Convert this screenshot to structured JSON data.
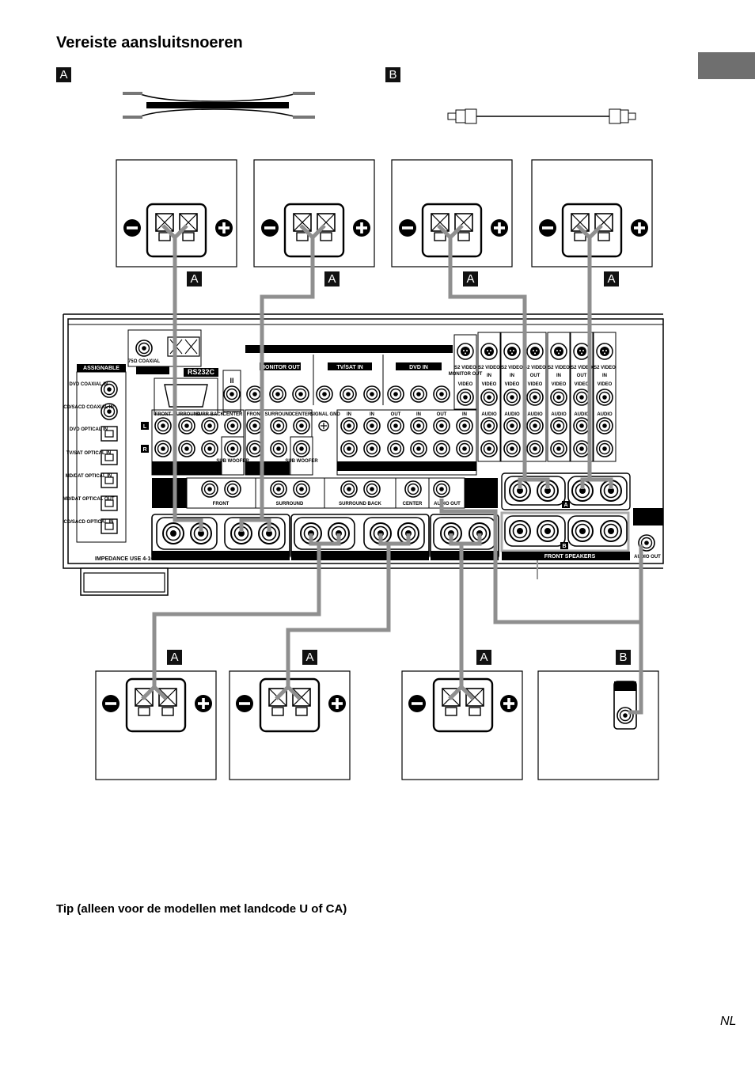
{
  "page": {
    "title": "Vereiste aansluitsnoeren",
    "tip": "Tip (alleen voor de modellen met landcode U of CA)",
    "language": "NL"
  },
  "cable_labels": {
    "a": "A",
    "b": "B"
  },
  "receiver": {
    "assignable": "ASSIGNABLE",
    "coaxial": "75Ω COAXIAL",
    "rs232c": "RS232C",
    "roman_two": "II",
    "video_groups": [
      "MONITOR OUT",
      "TV/SAT IN",
      "DVD IN"
    ],
    "channel_l": "L",
    "channel_r": "R",
    "optical_inputs": [
      "DVD COAXIAL IN",
      "CD/SACD COAXIAL IN",
      "DVD OPTICAL IN",
      "TV/SAT OPTICAL IN",
      "MD/DAT OPTICAL IN",
      "MD/DAT OPTICAL OUT",
      "CD/SACD OPTICAL IN"
    ],
    "preout_top": [
      "FRONT",
      "SURROUND",
      "SURR BACK",
      "CENTER"
    ],
    "preout_top2": [
      "FRONT",
      "SURROUND",
      "CENTER"
    ],
    "sub_woofer": "SUB WOOFER",
    "signal_gnd": "SIGNAL GND",
    "in_out": [
      "IN",
      "IN",
      "OUT",
      "IN",
      "OUT",
      "IN"
    ],
    "s2_labels": [
      "S2 VIDEO",
      "S2 VIDEO",
      "S2 VIDEO",
      "S2 VIDEO",
      "S2 VIDEO",
      "S2 VIDEO",
      "S2 VIDEO"
    ],
    "monitor_out": "MONITOR OUT",
    "video_sub": [
      "VIDEO",
      "VIDEO",
      "VIDEO",
      "VIDEO",
      "VIDEO",
      "VIDEO",
      "VIDEO"
    ],
    "s2_io": [
      "IN",
      "IN",
      "OUT",
      "IN",
      "OUT",
      "IN"
    ],
    "audio_labels": [
      "AUDIO",
      "AUDIO",
      "AUDIO",
      "AUDIO",
      "AUDIO",
      "AUDIO"
    ],
    "speaker_groups": [
      "FRONT",
      "SURROUND",
      "SURROUND BACK",
      "CENTER"
    ],
    "audio_out": "AUDIO OUT",
    "front_speakers": "FRONT SPEAKERS",
    "speaker_a": "A",
    "speaker_b": "B",
    "impedance": "IMPEDANCE USE 4-16Ω",
    "audio_out_small": "AUDIO OUT"
  }
}
